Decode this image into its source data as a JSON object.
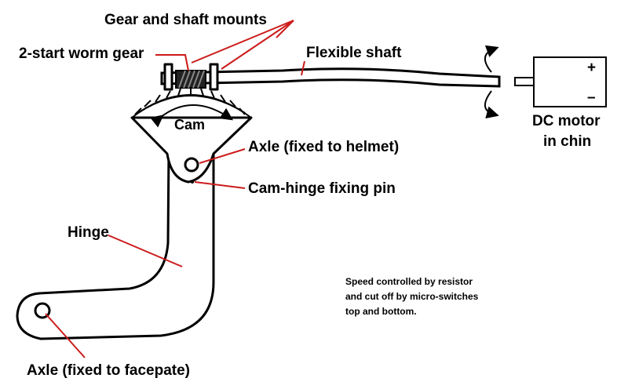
{
  "labels": {
    "gear_shaft_mounts": "Gear and shaft mounts",
    "worm_gear": "2-start worm gear",
    "flexible_shaft": "Flexible shaft",
    "cam": "Cam",
    "dc_motor_line1": "DC motor",
    "dc_motor_line2": "in chin",
    "axle_helmet": "Axle (fixed to helmet)",
    "cam_hinge_pin": "Cam-hinge fixing pin",
    "hinge": "Hinge",
    "axle_faceplate": "Axle (fixed to facepate)"
  },
  "note": {
    "line1": "Speed controlled by resistor",
    "line2": "and cut off by micro-switches",
    "line3": "top and bottom."
  },
  "motor": {
    "plus": "+",
    "minus": "–"
  },
  "colors": {
    "leader": "#cc1b1b",
    "ink": "#000000"
  }
}
